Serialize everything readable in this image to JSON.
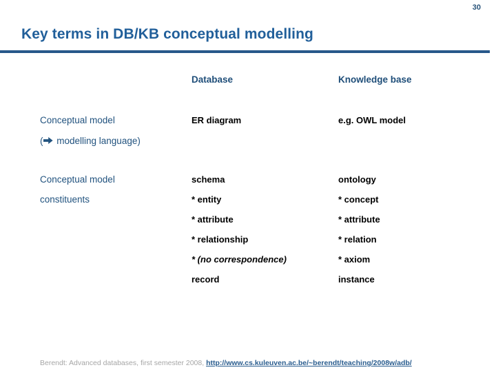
{
  "slide": {
    "page_number": "30",
    "title": "Key terms in DB/KB conceptual modelling",
    "rule_color": "#27588a",
    "title_color": "#215f9a"
  },
  "table": {
    "headers": {
      "row_label": "",
      "database": "Database",
      "knowledge_base": "Knowledge base"
    },
    "rows": [
      {
        "label_line1": "Conceptual model",
        "label_line2_prefix": "(",
        "label_line2_icon": "right-arrow-icon",
        "label_line2_text": " modelling language)",
        "database": "ER diagram",
        "knowledge_base": "e.g. OWL model"
      },
      {
        "label_line1": "Conceptual model",
        "label_line2": "constituents",
        "database": "schema",
        "knowledge_base": "ontology"
      }
    ],
    "constituents": [
      {
        "database": "* entity",
        "knowledge_base": "* concept",
        "italic": false
      },
      {
        "database": "* attribute",
        "knowledge_base": "* attribute",
        "italic": false
      },
      {
        "database": "* relationship",
        "knowledge_base": "* relation",
        "italic": false
      },
      {
        "database": "* (no correspondence)",
        "knowledge_base": "* axiom",
        "italic": true
      },
      {
        "database": "record",
        "knowledge_base": "instance",
        "italic": false
      }
    ]
  },
  "footer": {
    "text": "Berendt: Advanced databases, first semester 2008, ",
    "link": "http://www.cs.kuleuven.ac.be/~berendt/teaching/2008w/adb/",
    "text_color": "#a6a6a6",
    "link_color": "#2a5d8f"
  }
}
